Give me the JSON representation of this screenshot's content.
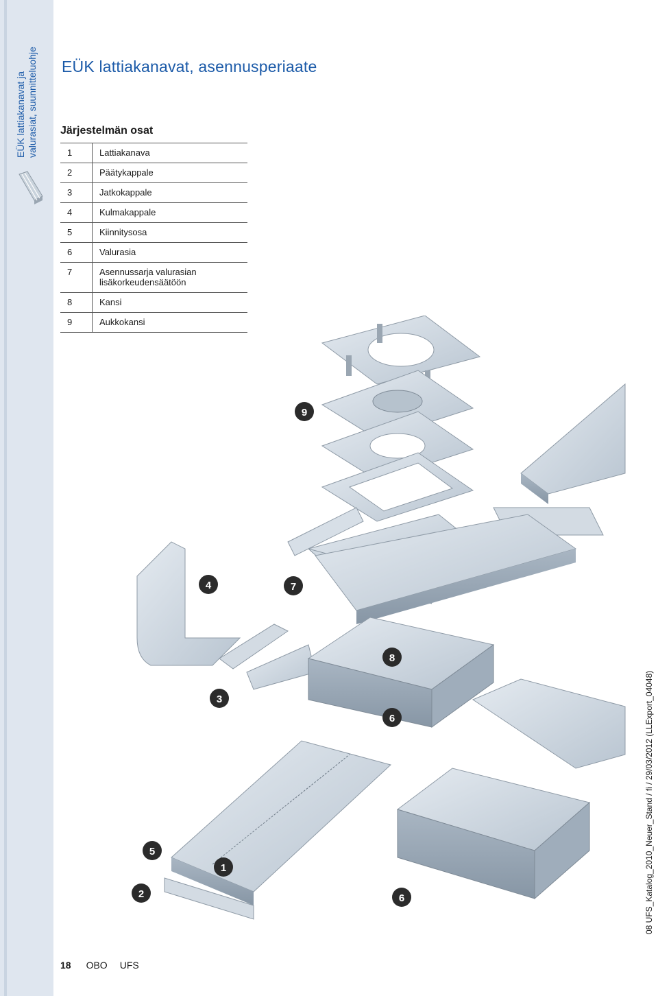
{
  "sidebar": {
    "line1": "EÜK lattiakanavat ja",
    "line2": "valurasiat, suunnitteluohje"
  },
  "title": "EÜK lattiakanavat, asennusperiaate",
  "section_title": "Järjestelmän osat",
  "parts": [
    {
      "num": "1",
      "label": "Lattiakanava"
    },
    {
      "num": "2",
      "label": "Päätykappale"
    },
    {
      "num": "3",
      "label": "Jatkokappale"
    },
    {
      "num": "4",
      "label": "Kulmakappale"
    },
    {
      "num": "5",
      "label": "Kiinnitysosa"
    },
    {
      "num": "6",
      "label": "Valurasia"
    },
    {
      "num": "7",
      "label": "Asennussarja valurasian\nlisäkorkeudensäätöön"
    },
    {
      "num": "8",
      "label": "Kansi"
    },
    {
      "num": "9",
      "label": "Aukkokansi"
    }
  ],
  "callouts": [
    "9",
    "7",
    "4",
    "8",
    "3",
    "6",
    "5",
    "1",
    "2",
    "6"
  ],
  "side_note": "08 UFS_Katalog_2010_Neuer_Stand / fi / 29/03/2012 (LLExport_04048)",
  "footer": {
    "page_number": "18",
    "brand": "OBO",
    "product": "UFS"
  },
  "colors": {
    "accent": "#1b5aa8",
    "sidebar_bg": "#dfe6ef",
    "metal": "#c8d3dd",
    "callout": "#2b2b2b"
  }
}
